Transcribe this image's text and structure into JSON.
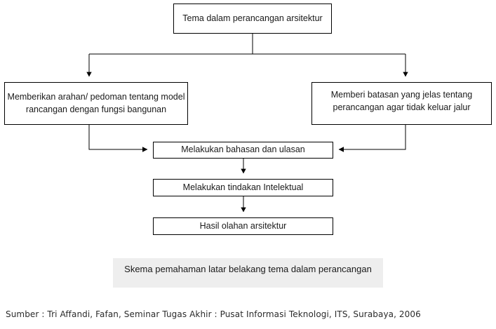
{
  "diagram": {
    "nodes": {
      "top": "Tema dalam perancangan arsitektur",
      "left": "Memberikan arahan/ pedoman tentang model rancangan dengan fungsi bangunan",
      "right": "Memberi batasan yang jelas tentang perancangan agar tidak keluar jalur",
      "bahasan": "Melakukan  bahasan  dan ulasan",
      "intelektual": "Melakukan  tindakan Intelektual",
      "hasil": "Hasil olahan arsitektur"
    },
    "caption": "Skema pemahaman latar  belakang  tema dalam perancangan",
    "source": "Sumber : Tri Affandi, Fafan, Seminar Tugas Akhir : Pusat Informasi Teknologi, ITS, Surabaya, 2006",
    "colors": {
      "line": "#000000",
      "box_fill": "#ffffff",
      "caption_fill": "#eeeeee",
      "text": "#1a1a1a",
      "page": "#ffffff"
    }
  }
}
